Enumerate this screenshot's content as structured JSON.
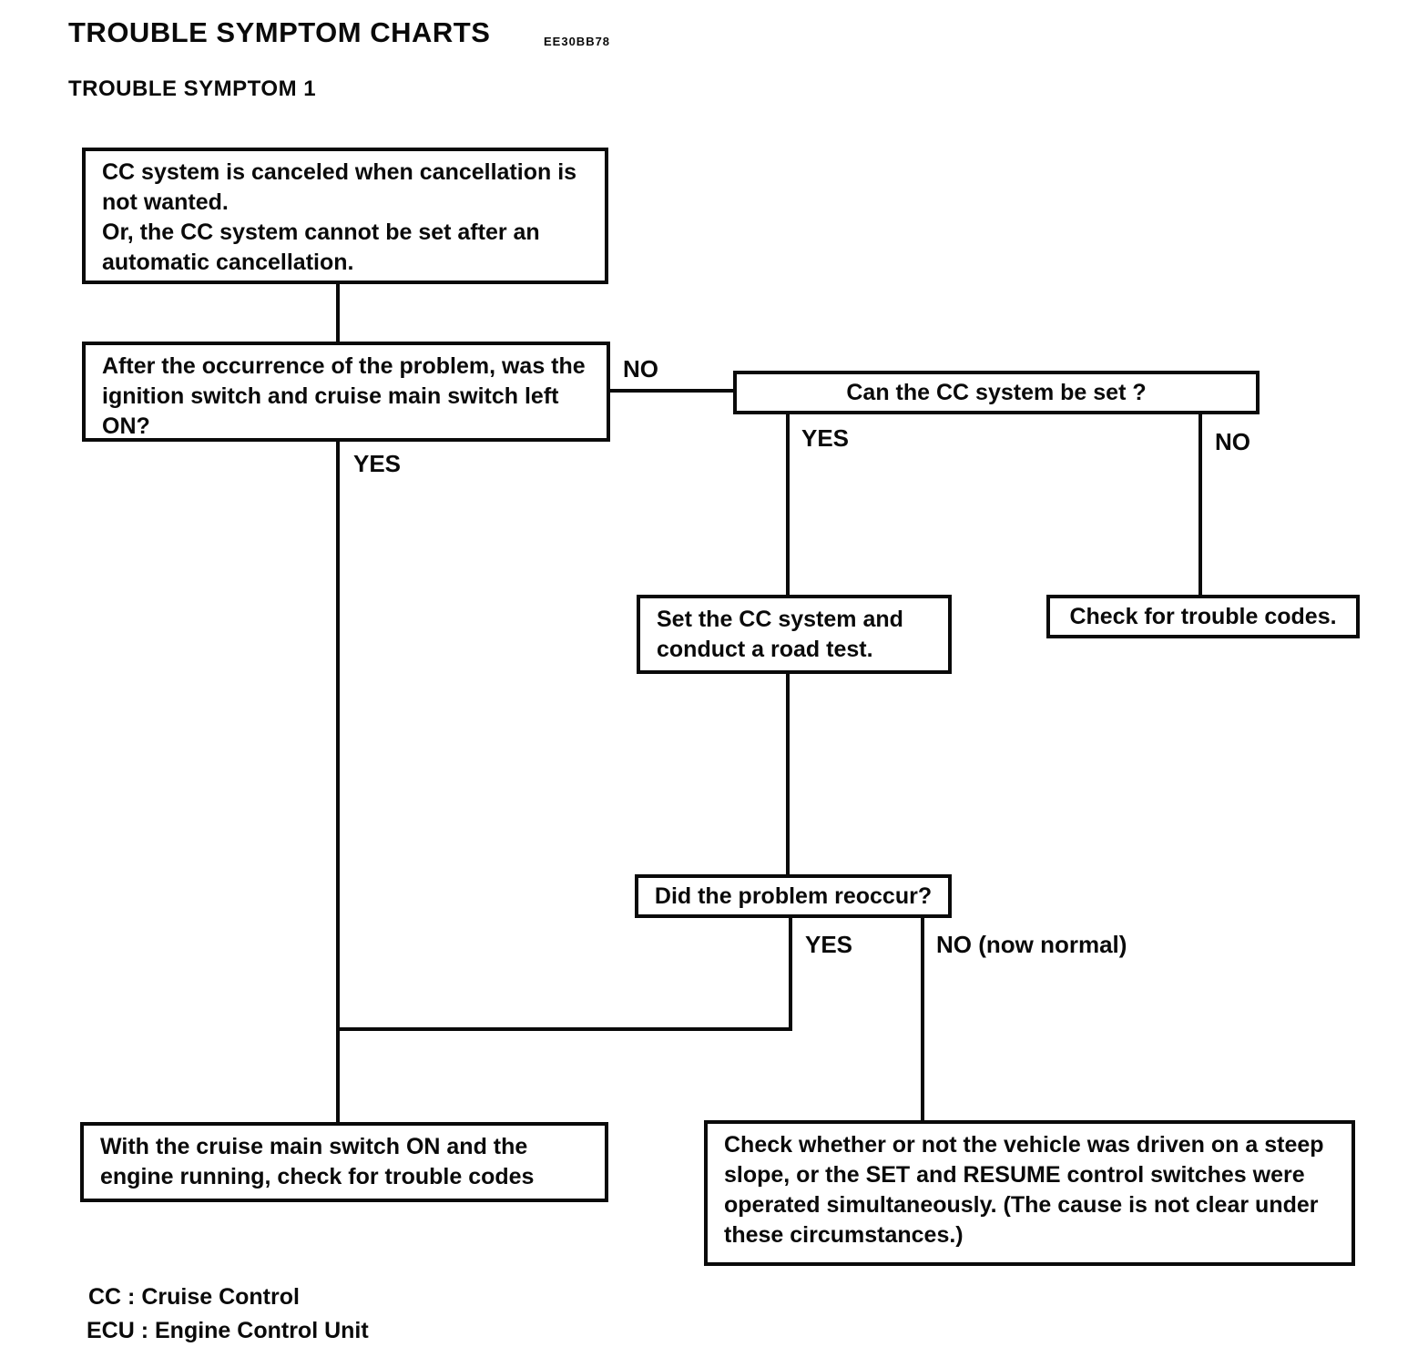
{
  "page": {
    "title": "TROUBLE SYMPTOM CHARTS",
    "code": "EE30BB78",
    "subtitle": "TROUBLE SYMPTOM 1"
  },
  "flowchart": {
    "nodes": {
      "symptom": "CC system is canceled when cancellation is\nnot wanted.\nOr, the CC system cannot be set after an\nautomatic cancellation.",
      "q_ignition": "After the occurrence of the problem, was the\nignition switch and cruise main switch left\nON?",
      "q_can_set": "Can the CC system be set ?",
      "set_road_test": "Set the CC system and\nconduct a road test.",
      "check_codes": "Check for trouble codes.",
      "q_reoccur": "Did the problem reoccur?",
      "check_codes_engine": "With the cruise main switch ON and the\nengine running, check for trouble codes",
      "check_slope": "Check whether or not the vehicle was driven on a steep\nslope, or the SET and RESUME control switches were\noperated simultaneously. (The cause is not clear under\nthese circumstances.)"
    },
    "labels": {
      "ignition_no": "NO",
      "ignition_yes": "YES",
      "can_set_yes": "YES",
      "can_set_no": "NO",
      "reoccur_yes": "YES",
      "reoccur_no": "NO (now normal)"
    }
  },
  "legend": {
    "cc": "CC : Cruise Control",
    "ecu": "ECU : Engine Control Unit"
  },
  "colors": {
    "ink": "#0a0a0a",
    "paper": "#ffffff"
  }
}
